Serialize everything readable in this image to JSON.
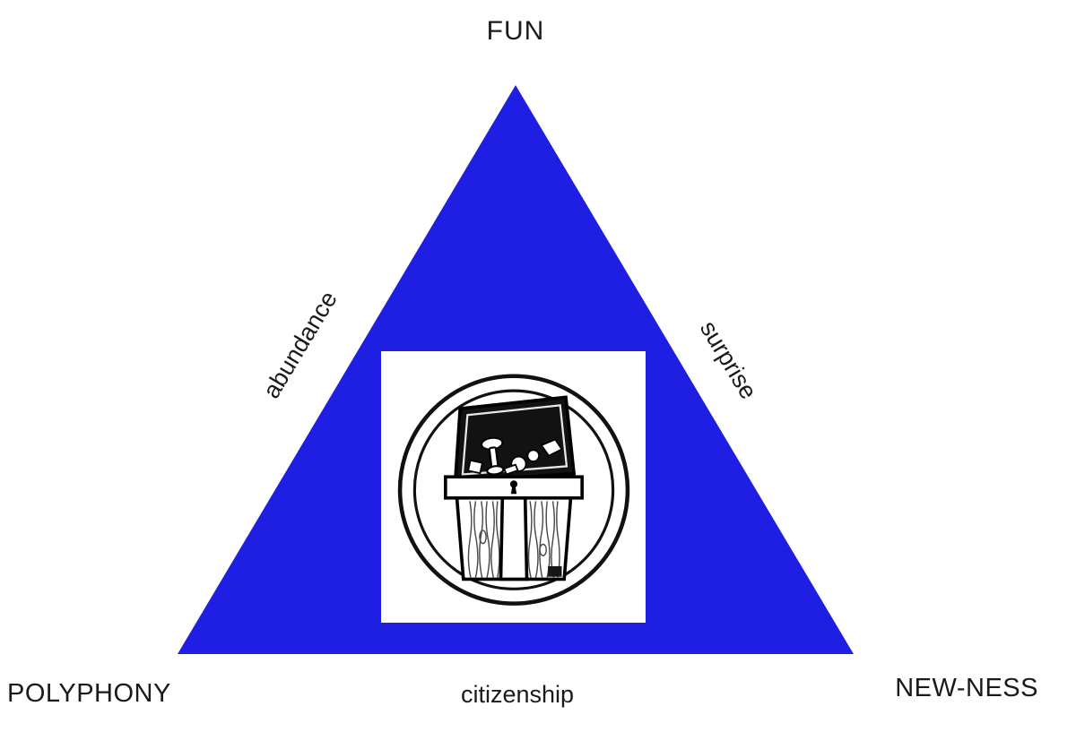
{
  "diagram": {
    "type": "triangle-model",
    "triangle_color": "#1f1fe4",
    "text_color": "#1a1a1a",
    "vertices": {
      "top": "FUN",
      "bottom_left": "POLYPHONY",
      "bottom_right": "NEW-NESS"
    },
    "edges": {
      "left": "abundance",
      "right": "surprise",
      "bottom": "citizenship"
    },
    "center_icon": "treasure-chest"
  }
}
